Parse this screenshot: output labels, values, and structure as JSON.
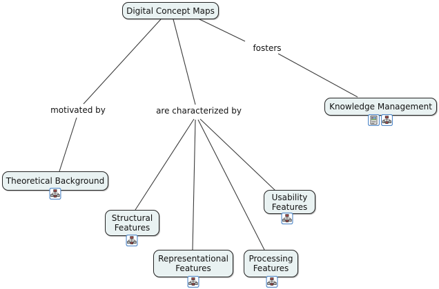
{
  "nodes": {
    "root": {
      "label": "Digital Concept Maps"
    },
    "knowledge": {
      "label": "Knowledge Management"
    },
    "theoretical": {
      "label": "Theoretical Background"
    },
    "structural": {
      "label": "Structural Features"
    },
    "representational": {
      "label": "Representational Features"
    },
    "processing": {
      "label": "Processing Features"
    },
    "usability": {
      "label": "Usability Features"
    }
  },
  "links": {
    "motivated": {
      "label": "motivated by"
    },
    "characterized": {
      "label": "are characterized by"
    },
    "fosters": {
      "label": "fosters"
    }
  },
  "icons": {
    "cmap": "concept-map-icon",
    "document": "document-with-image-icon"
  },
  "colors": {
    "node_fill": "#e9f2f2",
    "node_border": "#222222",
    "line_color": "#3a3a3a",
    "icon_border": "#4f87c7",
    "text_color": "#111111"
  }
}
